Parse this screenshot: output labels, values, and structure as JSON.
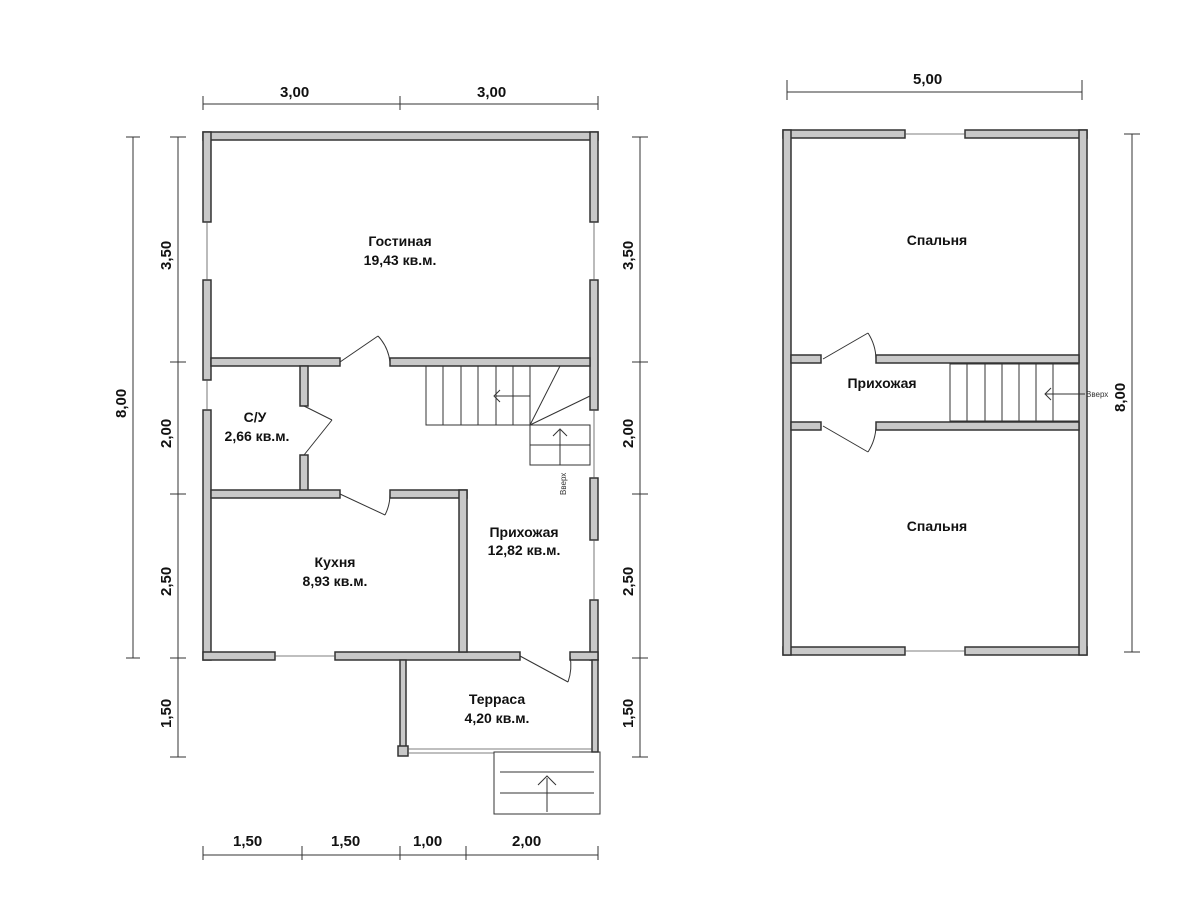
{
  "floor1": {
    "dims_top": [
      "3,00",
      "3,00"
    ],
    "dims_bottom": [
      "1,50",
      "1,50",
      "1,00",
      "2,00"
    ],
    "dims_left": [
      "3,50",
      "2,00",
      "2,50",
      "1,50"
    ],
    "dims_right": [
      "3,50",
      "2,00",
      "2,50",
      "1,50"
    ],
    "dim_total": "8,00",
    "rooms": [
      {
        "name": "Гостиная",
        "area": "19,43 кв.м."
      },
      {
        "name": "С/У",
        "area": "2,66 кв.м."
      },
      {
        "name": "Кухня",
        "area": "8,93 кв.м."
      },
      {
        "name": "Прихожая",
        "area": "12,82 кв.м."
      },
      {
        "name": "Терраса",
        "area": "4,20 кв.м."
      }
    ],
    "stair_label": "Вверх"
  },
  "floor2": {
    "dim_top": "5,00",
    "dim_right": "8,00",
    "rooms": [
      {
        "name": "Спальня"
      },
      {
        "name": "Прихожая"
      },
      {
        "name": "Спальня"
      }
    ],
    "stair_label": "Вверх"
  }
}
